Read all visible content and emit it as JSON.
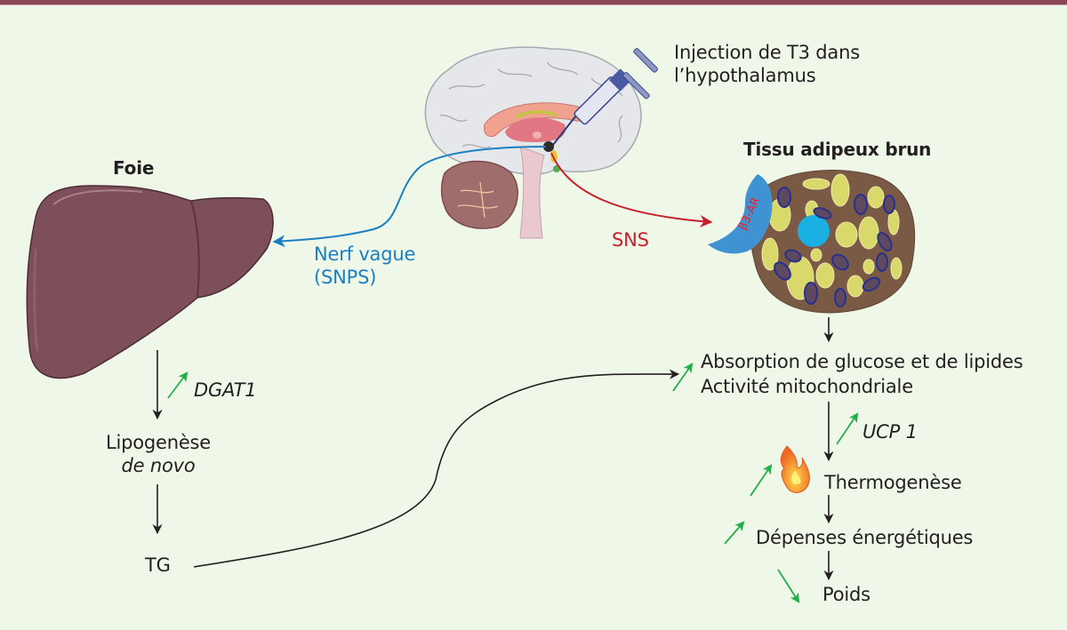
{
  "labels": {
    "injection": [
      "Injection de T3 dans",
      "l’hypothalamus"
    ],
    "bat_title": "Tissu adipeux brun",
    "liver_title": "Foie",
    "vagus": [
      "Nerf vague",
      "(SNPS)"
    ],
    "sns": "SNS",
    "receptor": "β3-AR",
    "dgat1": "DGAT1",
    "lipogenesis": [
      "Lipogenèse",
      "de novo"
    ],
    "tg": "TG",
    "absorption": "Absorption de glucose et de lipides",
    "mito": "Activité mitochondriale",
    "ucp1": "UCP 1",
    "thermogenesis": "Thermogenèse",
    "expenditure": "Dépenses énergétiques",
    "weight": "Poids"
  },
  "effects": {
    "dgat1": "up",
    "absorption": "up",
    "ucp1": "up",
    "thermogenesis": "up",
    "expenditure": "up",
    "weight": "down"
  },
  "colors": {
    "background": "#eff7e9",
    "top_bar": "#8b4655",
    "liver": "#7d4f5b",
    "vagus_arrow": "#1b7fc1",
    "sns_arrow": "#c8202a",
    "increase_arrow": "#1fb04a",
    "bat_cell": "#7a5a45",
    "lipid_droplet": "#d9d86a",
    "mitochondria": "#2a2f8e",
    "nucleus": "#1ab0e3",
    "receptor": "#3f93d3"
  }
}
